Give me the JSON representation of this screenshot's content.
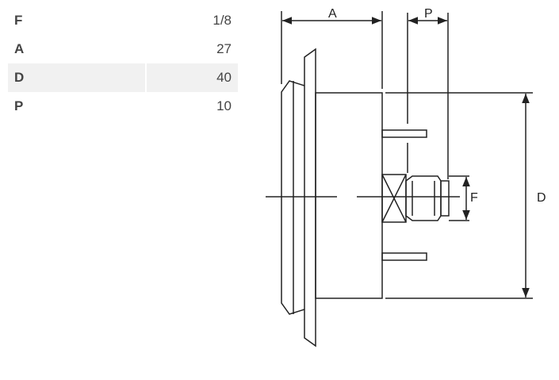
{
  "specs": [
    {
      "key": "F",
      "value": "1/8"
    },
    {
      "key": "A",
      "value": "27"
    },
    {
      "key": "D",
      "value": "40"
    },
    {
      "key": "P",
      "value": "10"
    }
  ],
  "drawing": {
    "label_a": "A",
    "label_p": "P",
    "label_f": "F",
    "label_d": "D"
  },
  "colors": {
    "line": "#222222",
    "shaded_row": "#f1f1f1"
  }
}
